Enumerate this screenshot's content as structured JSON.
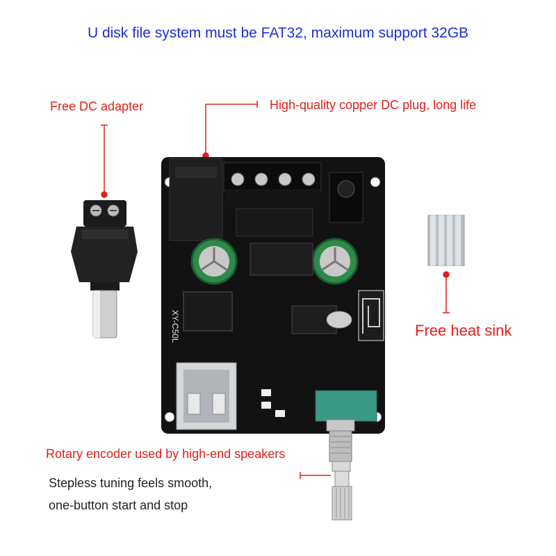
{
  "title": "U disk file system must be FAT32, maximum support 32GB",
  "callouts": {
    "dc_adapter": "Free DC adapter",
    "dc_plug": "High-quality copper DC plug, long life",
    "heat_sink": "Free heat sink",
    "encoder": "Rotary encoder used by high-end speakers",
    "stepless_line1": "Stepless tuning feels smooth,",
    "stepless_line2": "one-button start and stop"
  },
  "board": {
    "silkscreen": "XY-C50L"
  },
  "colors": {
    "title_blue": "#1a2fd6",
    "callout_red": "#e0201c",
    "pcb": "#121212",
    "knob_green": "#3a9a86"
  }
}
